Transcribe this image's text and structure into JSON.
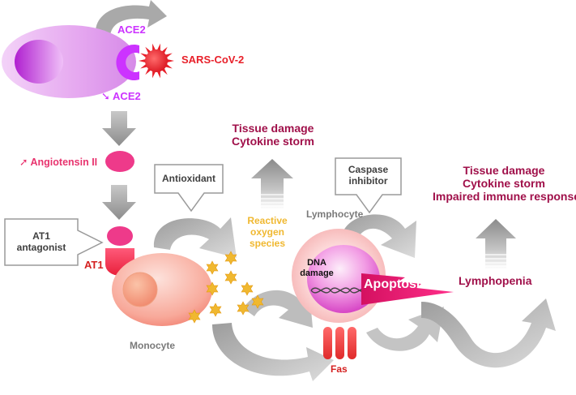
{
  "labels": {
    "ace2_top": "ACE2",
    "sars": "SARS-CoV-2",
    "ace2_down": "ACE2",
    "ace2_down_arrow": "➘",
    "angiotensin": "Angiotensin II",
    "angiotensin_arrow": "➚",
    "at1": "AT1",
    "monocyte": "Monocyte",
    "lymphocyte": "Lymphocyte",
    "ros": [
      "Reactive",
      "oxygen",
      "species"
    ],
    "dna": [
      "DNA",
      "damage"
    ],
    "apoptosis": "Apoptosis",
    "lymphopenia": "Lymphopenia",
    "fas": "Fas"
  },
  "boxes": {
    "antioxidant": "Antioxidant",
    "caspase": [
      "Caspase",
      "inhibitor"
    ],
    "at1_antagonist": [
      "AT1",
      "antagonist"
    ]
  },
  "outcomes": {
    "left": [
      "Tissue damage",
      "Cytokine storm"
    ],
    "right": [
      "Tissue damage",
      "Cytokine storm",
      "Impaired immune response"
    ]
  },
  "colors": {
    "ace2": "#cc33ff",
    "virus": "#e8202a",
    "pink": "#e8336e",
    "red": "#d42020",
    "outcome": "#a0104a",
    "ros": "#f0b830",
    "grey_text": "#7a7a7a",
    "arrow": "#9a9a9a"
  }
}
